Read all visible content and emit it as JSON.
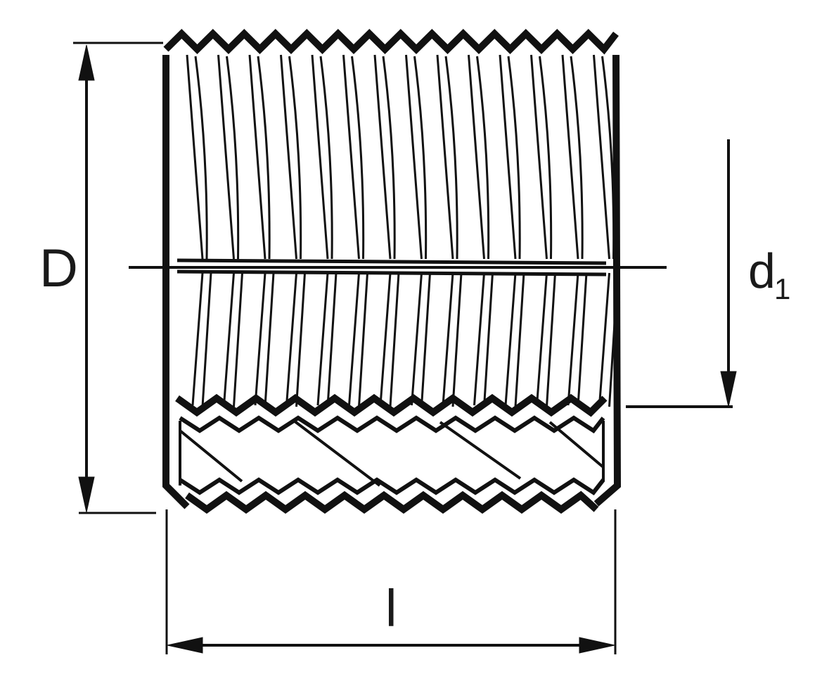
{
  "diagram": {
    "labels": {
      "outer_diameter": "D",
      "inner_diameter": "d",
      "inner_diameter_subscript": "1",
      "length": "l"
    },
    "colors": {
      "stroke": "#111111",
      "background": "#ffffff"
    }
  }
}
